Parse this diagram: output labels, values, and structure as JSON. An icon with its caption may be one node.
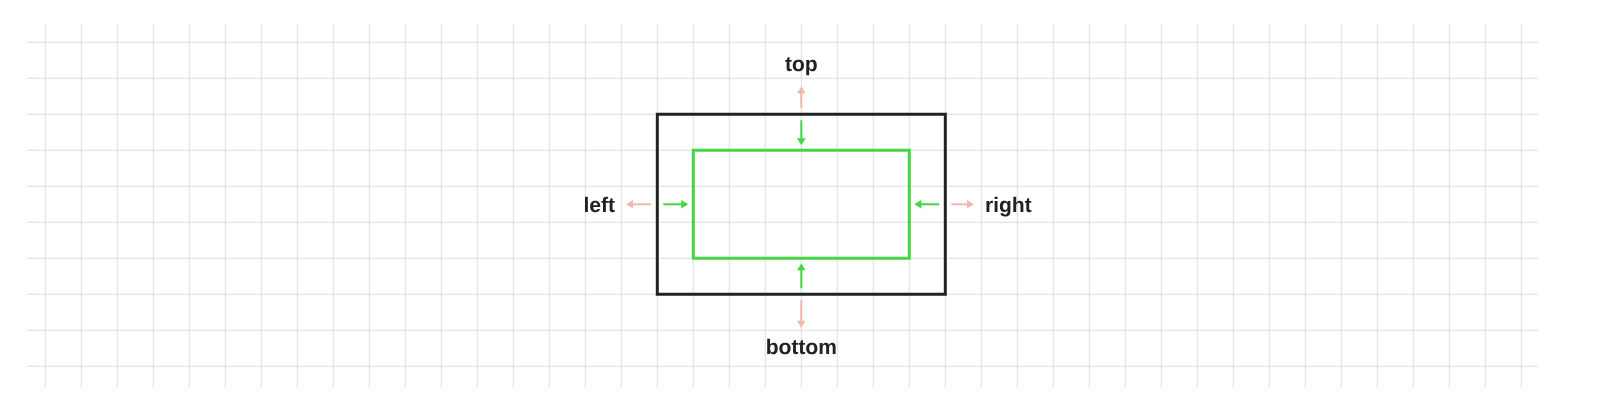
{
  "diagram": {
    "nodes": [
      {
        "text": [
          "top"
        ]
      },
      {
        "text": [],
        "shape": "box"
      },
      {
        "text": [],
        "shape": "box",
        "in": 1
      },
      {
        "text": [
          "left"
        ]
      },
      {
        "text": [
          "right"
        ]
      },
      {
        "text": [
          "bottom"
        ]
      }
    ],
    "edges": [
      {
        "from": 1,
        "to": 0,
        "arrow": "to",
        "color": "#f5b4ae"
      },
      {
        "from": 1,
        "to": 2,
        "arrow": "to",
        "color": "#43d643"
      },
      {
        "from": 1,
        "to": 3,
        "arrow": "to",
        "color": "#f5b4ae"
      },
      {
        "from": 1,
        "to": 2,
        "arrow": "to",
        "color": "#43d643"
      },
      {
        "from": 1,
        "to": 2,
        "arrow": "to",
        "color": "#43d643"
      },
      {
        "from": 1,
        "to": 4,
        "arrow": "to",
        "color": "#f5b4ae"
      },
      {
        "from": 1,
        "to": 2,
        "arrow": "to",
        "color": "#43d643"
      },
      {
        "from": 1,
        "to": 5,
        "arrow": "to",
        "color": "#f5b4ae"
      }
    ]
  }
}
